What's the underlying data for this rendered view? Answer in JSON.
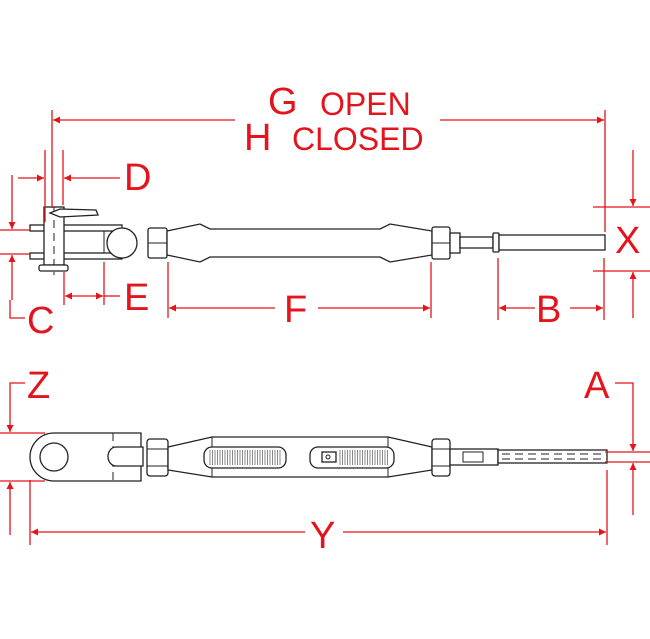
{
  "title": "Turnbuckle dimension diagram",
  "colors": {
    "dimension": "#e3141b",
    "outline": "#222222"
  },
  "labels": {
    "g": "G",
    "open": "OPEN",
    "h": "H",
    "closed": "CLOSED",
    "d": "D",
    "c": "C",
    "e": "E",
    "f": "F",
    "b": "B",
    "x": "X",
    "z": "Z",
    "a": "A",
    "y": "Y"
  }
}
